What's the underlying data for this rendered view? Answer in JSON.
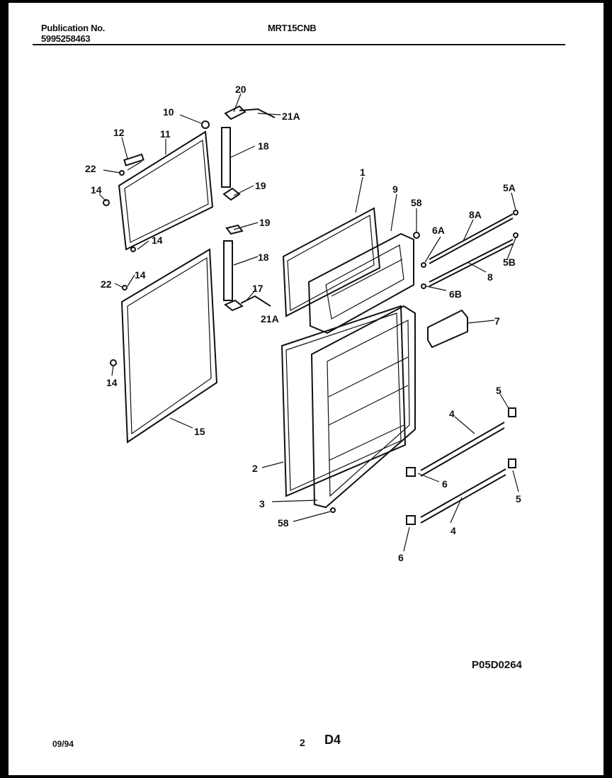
{
  "header": {
    "publication_label": "Publication No.",
    "publication_number": "5995258463",
    "model": "MRT15CNB"
  },
  "diagram": {
    "figure_code": "P05D0264",
    "callouts": [
      "20",
      "10",
      "21A",
      "12",
      "11",
      "18",
      "22",
      "14",
      "19",
      "14",
      "19",
      "1",
      "9",
      "5A",
      "58",
      "8A",
      "6A",
      "5B",
      "8",
      "22",
      "14",
      "18",
      "17",
      "6B",
      "21A",
      "7",
      "14",
      "5",
      "4",
      "15",
      "2",
      "6",
      "5",
      "3",
      "58",
      "4",
      "6"
    ]
  },
  "footer": {
    "date": "09/94",
    "page": "2",
    "section": "D4"
  }
}
